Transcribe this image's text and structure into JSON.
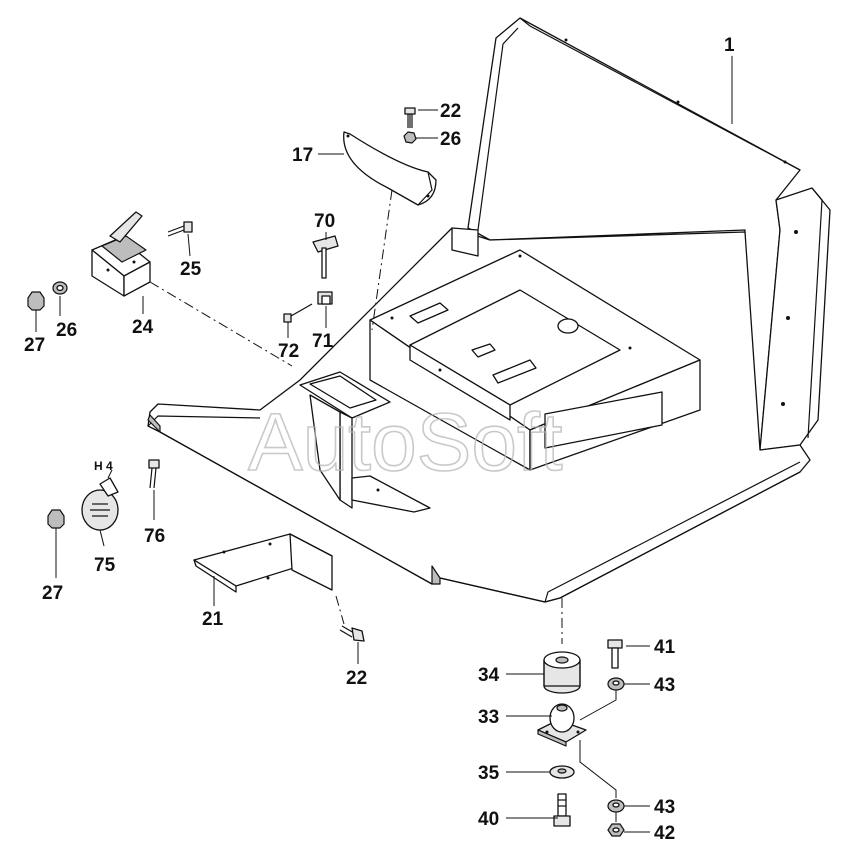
{
  "watermark": "AutoSoft",
  "labels": {
    "p1": "1",
    "p17": "17",
    "p22a": "22",
    "p26a": "26",
    "p70": "70",
    "p25": "25",
    "p24": "24",
    "p26b": "26",
    "p27a": "27",
    "p72": "72",
    "p71": "71",
    "h4": "H 4",
    "p76": "76",
    "p75": "75",
    "p27b": "27",
    "p21": "21",
    "p22b": "22",
    "p34": "34",
    "p41": "41",
    "p43a": "43",
    "p33": "33",
    "p35": "35",
    "p43b": "43",
    "p40": "40",
    "p42": "42"
  }
}
